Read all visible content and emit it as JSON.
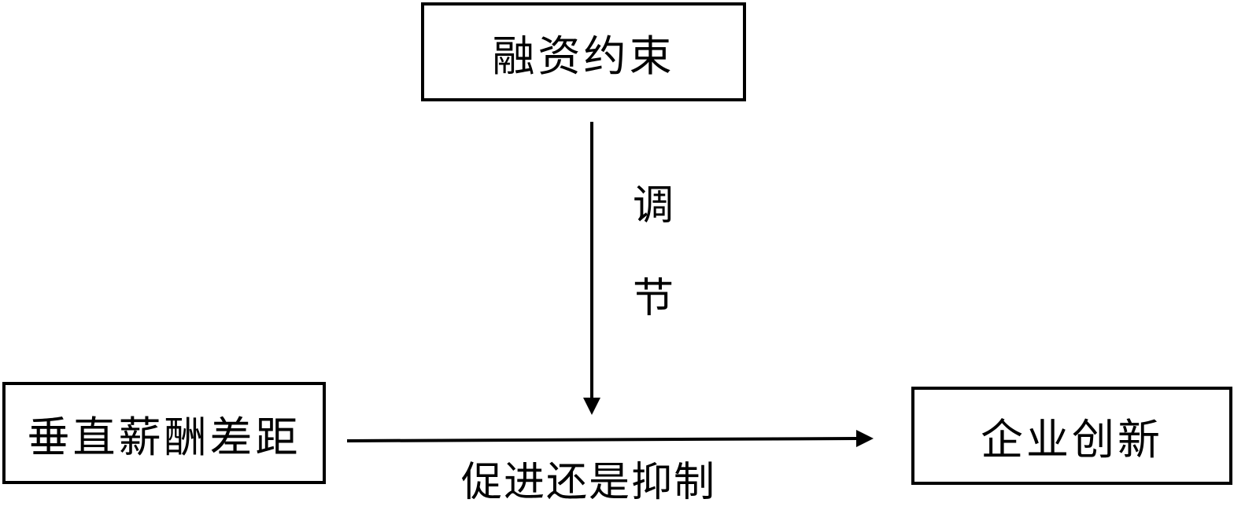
{
  "nodes": {
    "moderator": "融资约束",
    "independent": "垂直薪酬差距",
    "dependent": "企业创新"
  },
  "edges": {
    "moderation_label": [
      "调",
      "节"
    ],
    "main_effect_label": "促进还是抑制"
  }
}
